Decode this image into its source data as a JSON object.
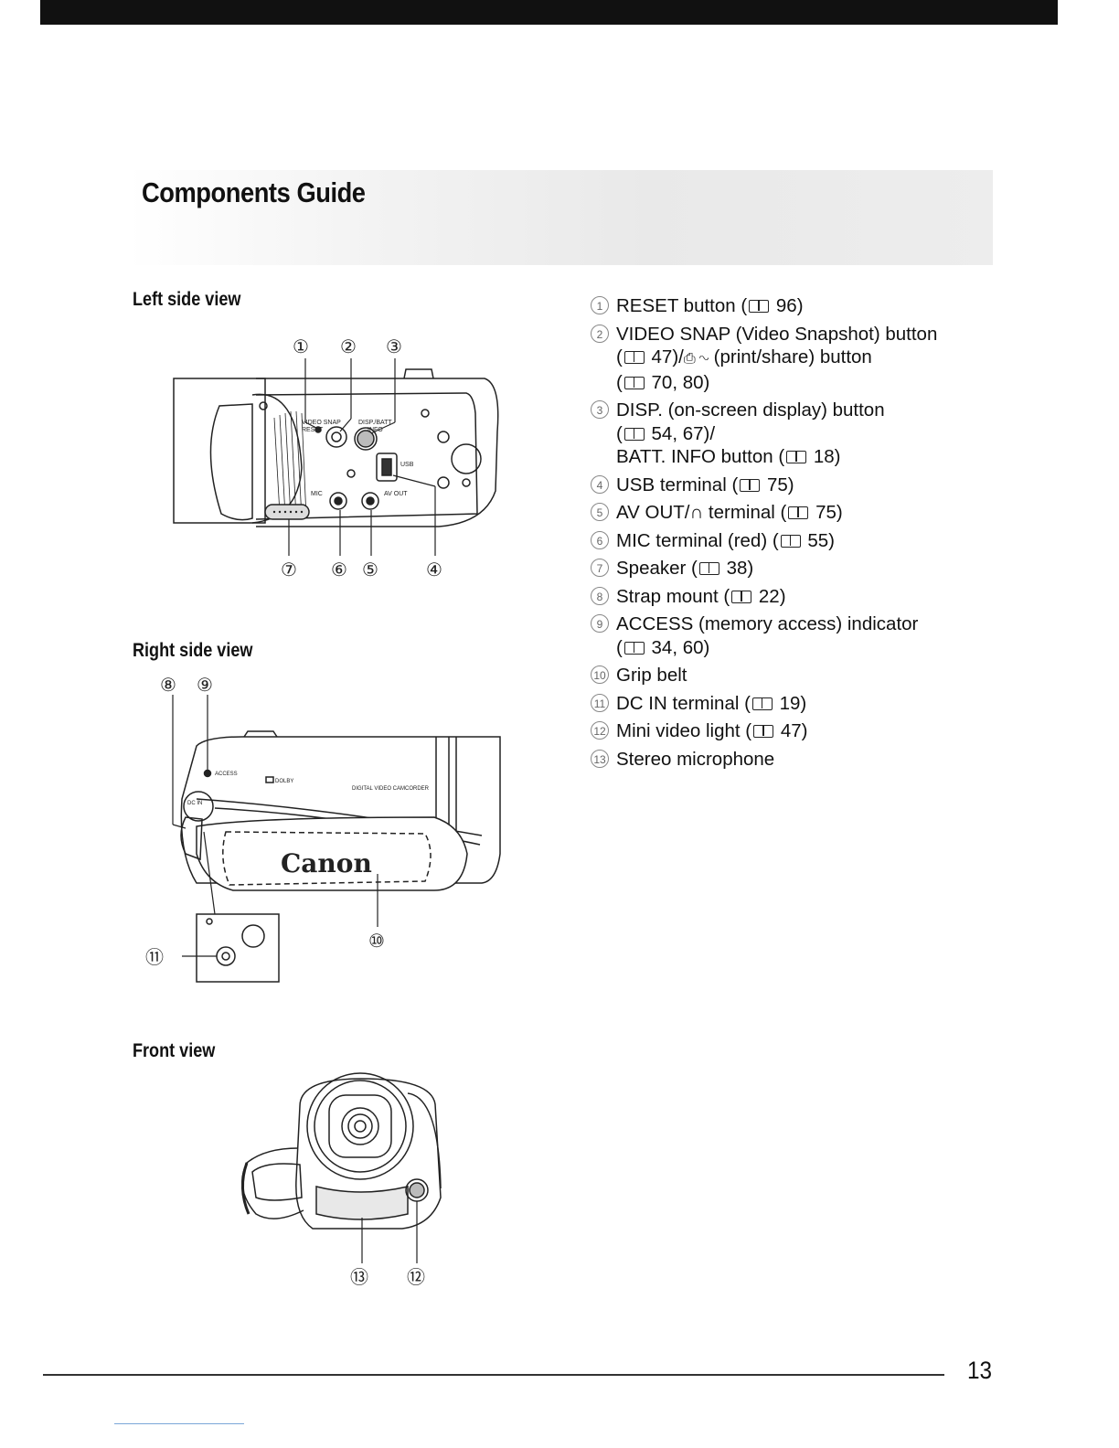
{
  "page": {
    "title": "Components Guide",
    "page_number": "13"
  },
  "sections": {
    "left": {
      "heading": "Left side view",
      "callouts": [
        "①",
        "②",
        "③",
        "⑦",
        "⑥",
        "⑤",
        "④"
      ],
      "labels": {
        "video_snap": "VIDEO SNAP",
        "reset": "RESET",
        "disp": "DISP./BATT.",
        "info": "INFO",
        "usb": "USB",
        "mic": "MIC",
        "av_out": "AV OUT"
      }
    },
    "right": {
      "heading": "Right side view",
      "callouts": [
        "⑧",
        "⑨",
        "⑩",
        "⑪"
      ],
      "labels": {
        "access": "ACCESS",
        "dolby": "DOLBY",
        "camcorder": "DIGITAL VIDEO CAMCORDER",
        "brand": "Canon",
        "dc_in": "DC IN"
      }
    },
    "front": {
      "heading": "Front view",
      "callouts": [
        "⑬",
        "⑫"
      ]
    }
  },
  "components": [
    {
      "num": "1",
      "lines": [
        "RESET button (",
        " 96)"
      ]
    },
    {
      "num": "2",
      "lines": [
        "VIDEO SNAP (Video Snapshot) button",
        "( 47)/ (print/share) button",
        "( 70, 80)"
      ]
    },
    {
      "num": "3",
      "lines": [
        "DISP. (on-screen display) button",
        "( 54, 67)/",
        "BATT. INFO button ( 18)"
      ]
    },
    {
      "num": "4",
      "lines": [
        "USB terminal ( 75)"
      ]
    },
    {
      "num": "5",
      "lines": [
        "AV OUT/ terminal ( 75)"
      ]
    },
    {
      "num": "6",
      "lines": [
        "MIC terminal (red) ( 55)"
      ]
    },
    {
      "num": "7",
      "lines": [
        "Speaker ( 38)"
      ]
    },
    {
      "num": "8",
      "lines": [
        "Strap mount ( 22)"
      ]
    },
    {
      "num": "9",
      "lines": [
        "ACCESS (memory access) indicator",
        "( 34, 60)"
      ]
    },
    {
      "num": "10",
      "lines": [
        "Grip belt"
      ]
    },
    {
      "num": "11",
      "lines": [
        "DC IN terminal ( 19)"
      ]
    },
    {
      "num": "12",
      "lines": [
        "Mini video light ( 47)"
      ]
    },
    {
      "num": "13",
      "lines": [
        "Stereo microphone"
      ]
    }
  ],
  "list": {
    "i1": {
      "num": "1",
      "a": "RESET button (",
      "b": " 96)"
    },
    "i2": {
      "num": "2",
      "a": "VIDEO SNAP (Video Snapshot) button",
      "b": "(",
      "c": " 47)/",
      "d": " (print/share) button",
      "e": "(",
      "f": " 70, 80)"
    },
    "i3": {
      "num": "3",
      "a": "DISP. (on-screen display) button",
      "b": "(",
      "c": " 54, 67)/",
      "d": "BATT. INFO button (",
      "e": " 18)"
    },
    "i4": {
      "num": "4",
      "a": "USB terminal (",
      "b": " 75)"
    },
    "i5": {
      "num": "5",
      "a": "AV OUT/",
      "b": " terminal (",
      "c": " 75)"
    },
    "i6": {
      "num": "6",
      "a": "MIC terminal (red) (",
      "b": " 55)"
    },
    "i7": {
      "num": "7",
      "a": "Speaker (",
      "b": " 38)"
    },
    "i8": {
      "num": "8",
      "a": "Strap mount (",
      "b": " 22)"
    },
    "i9": {
      "num": "9",
      "a": "ACCESS (memory access) indicator",
      "b": "(",
      "c": " 34, 60)"
    },
    "i10": {
      "num": "10",
      "a": "Grip belt"
    },
    "i11": {
      "num": "11",
      "a": "DC IN terminal (",
      "b": " 19)"
    },
    "i12": {
      "num": "12",
      "a": "Mini video light (",
      "b": " 47)"
    },
    "i13": {
      "num": "13",
      "a": "Stereo microphone"
    }
  },
  "icons": {
    "book": "book-reference-icon",
    "print_share": "print-share-icon",
    "headphones": "headphones-icon"
  }
}
